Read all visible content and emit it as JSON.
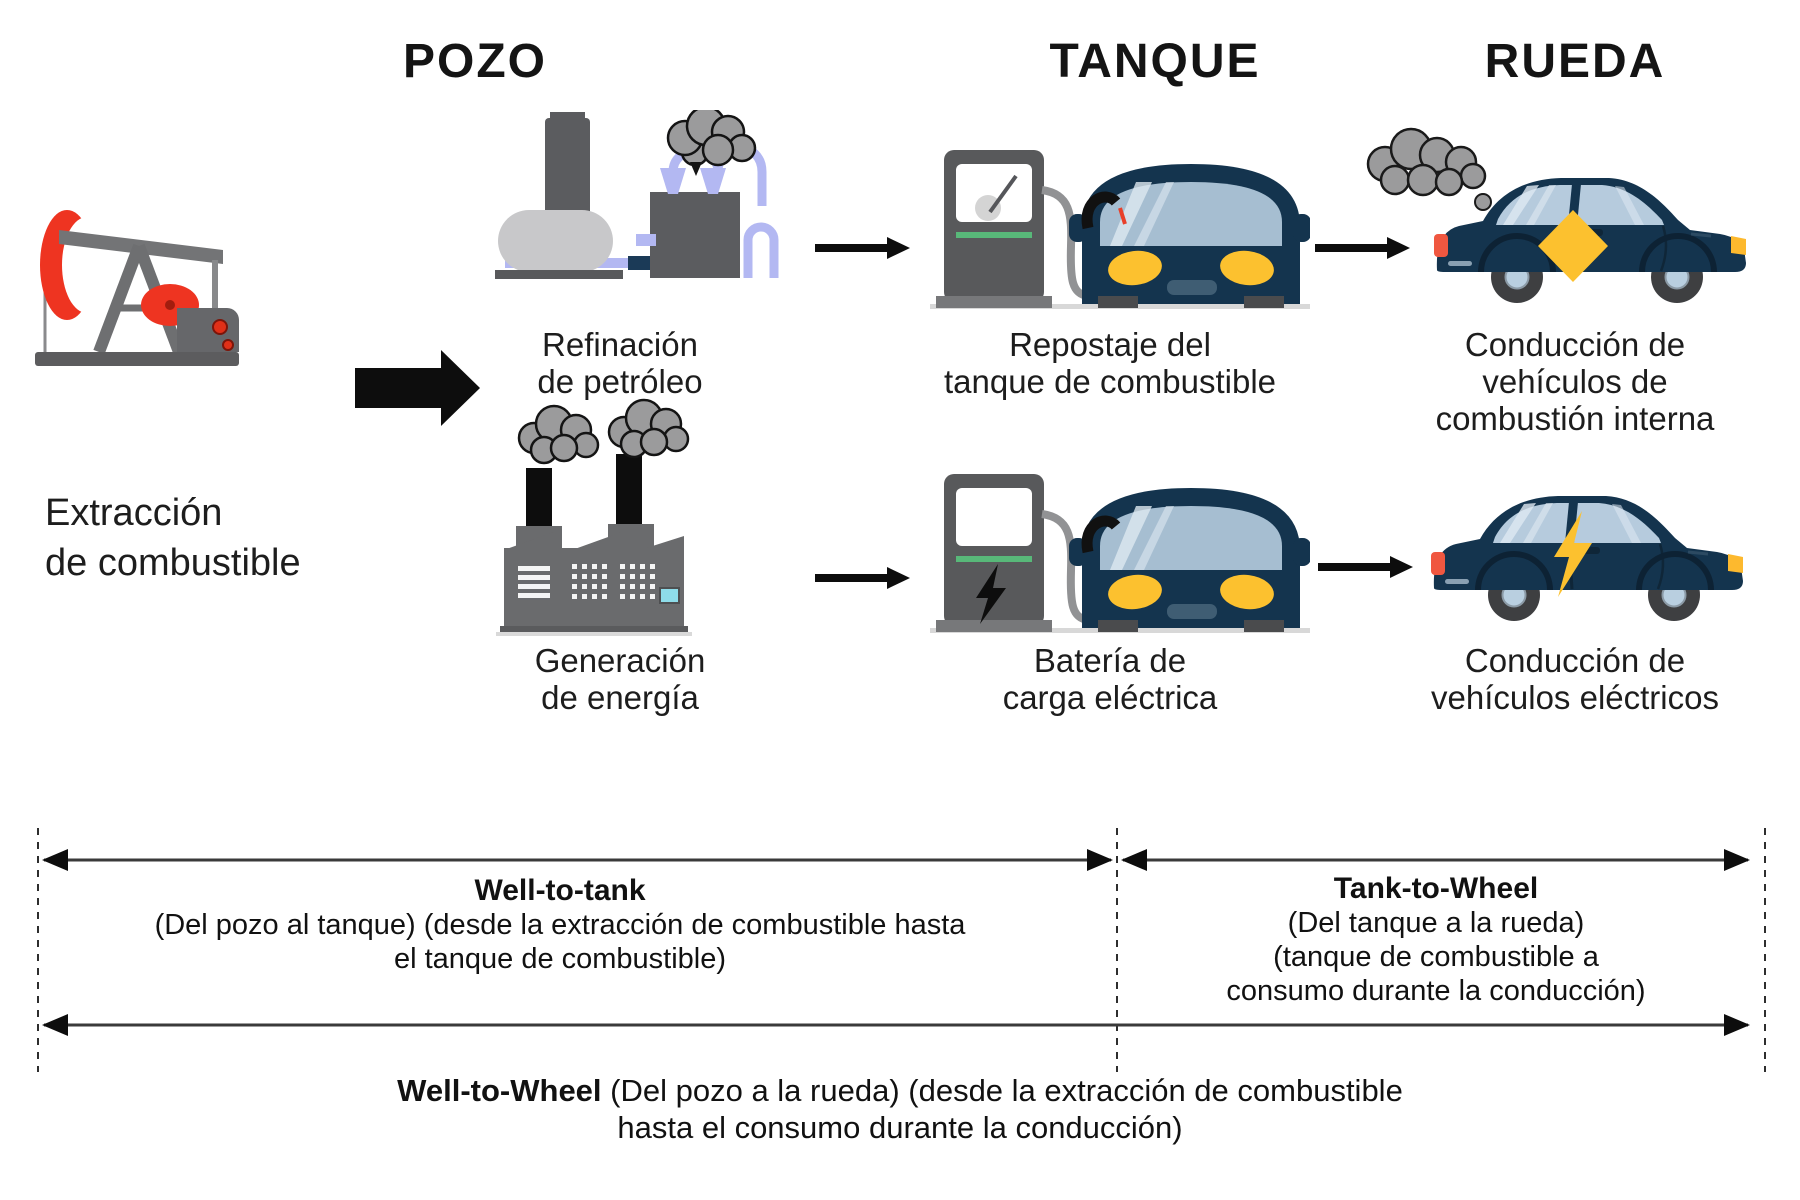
{
  "headers": {
    "pozo": "POZO",
    "tanque": "TANQUE",
    "rueda": "RUEDA"
  },
  "stages": {
    "extraction": {
      "label_lines": [
        "Extracción",
        "de combustible"
      ]
    },
    "refining": {
      "label_lines": [
        "Refinación",
        "de petróleo"
      ]
    },
    "generation": {
      "label_lines": [
        "Generación",
        "de energía"
      ]
    },
    "refueling": {
      "label_lines": [
        "Repostaje del",
        "tanque de combustible"
      ]
    },
    "battery": {
      "label_lines": [
        "Batería de",
        "carga eléctrica"
      ]
    },
    "ice_driving": {
      "label_lines": [
        "Conducción de",
        "vehículos de",
        "combustión interna"
      ]
    },
    "ev_driving": {
      "label_lines": [
        "Conducción de",
        "vehículos eléctricos"
      ]
    }
  },
  "dimensions": {
    "well_to_tank": {
      "title": "Well-to-tank",
      "lines": [
        "(Del pozo al tanque) (desde la extracción de combustible hasta",
        "el tanque de combustible)"
      ]
    },
    "tank_to_wheel": {
      "title": "Tank-to-Wheel",
      "lines": [
        "(Del tanque a la rueda)",
        "(tanque de combustible a",
        "consumo durante la conducción)"
      ]
    },
    "well_to_wheel": {
      "title": "Well-to-Wheel",
      "line1_rest": " (Del pozo a la rueda) (desde la extracción de combustible",
      "line2": "hasta el consumo durante la conducción)"
    }
  },
  "icons": {
    "oil-pumpjack-icon": "oil extraction pump jack",
    "refinery-icon": "oil refinery with distillation column, tank, pipes and smoke",
    "power-plant-icon": "power generation plant with two chimneys and smoke",
    "fuel-pump-car-icon": "gas dispenser refueling a car (front view)",
    "ev-charger-car-icon": "electric charger with lightning bolt charging a car (front view)",
    "ice-car-icon": "internal combustion car (side view) with exhaust smoke cloud and yellow diamond badge",
    "electric-car-icon": "electric car (side view) with yellow lightning badge",
    "flow-arrow-icon": "black right-pointing arrow",
    "dimension-arrow-icon": "double-headed measurement arrow with dashed boundary lines"
  },
  "colors": {
    "car_navy": "#14344e",
    "window_blue": "#b6cbdd",
    "accent_yellow": "#fcc12f",
    "pump_red": "#ee3421",
    "taillight_orange": "#f05740",
    "pipe_periwinkle": "#b3b8f2",
    "smoke_gray": "#9b9b9c",
    "machine_gray": "#58595b",
    "charge_green": "#58b879",
    "cyan_window": "#8edce9",
    "arrow_black": "#0d0d0d"
  }
}
